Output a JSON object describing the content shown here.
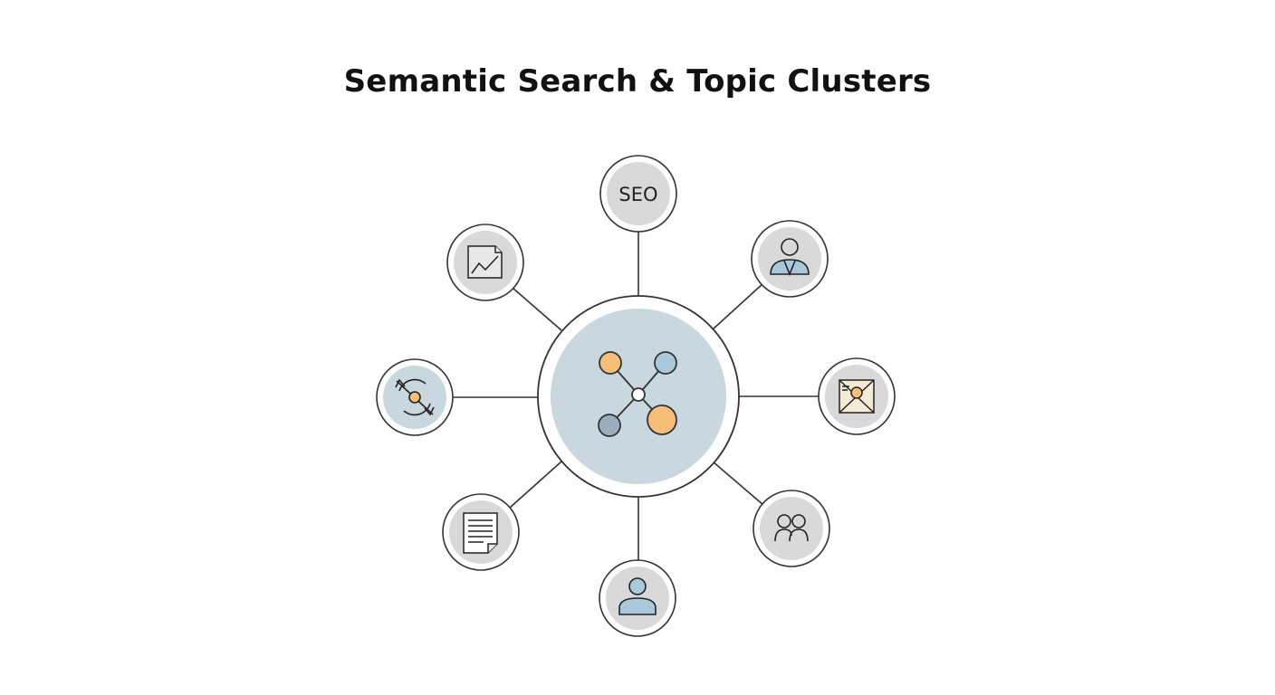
{
  "title": "Semantic Search & Topic Clusters",
  "hub": {
    "icon": "network-cluster-icon",
    "fill_color": "#c9d8df",
    "node_colors": {
      "orange": "#f5bf78",
      "blue": "#a9c8da",
      "slate": "#9aaebd"
    }
  },
  "spokes": [
    {
      "name": "seo",
      "text": "SEO"
    },
    {
      "name": "user-profile",
      "icon": "user-profile-icon"
    },
    {
      "name": "image",
      "icon": "image-icon"
    },
    {
      "name": "community",
      "icon": "users-icon"
    },
    {
      "name": "author",
      "icon": "user-icon"
    },
    {
      "name": "document",
      "icon": "document-icon"
    },
    {
      "name": "sync",
      "icon": "sync-icon"
    },
    {
      "name": "analytics",
      "icon": "chart-icon"
    }
  ],
  "colors": {
    "line": "#333333",
    "node_fill": "#d9d9d9",
    "node_fill_blue": "#c9d8df",
    "accent_blue": "#a9c8da",
    "accent_orange": "#f5bf78"
  }
}
